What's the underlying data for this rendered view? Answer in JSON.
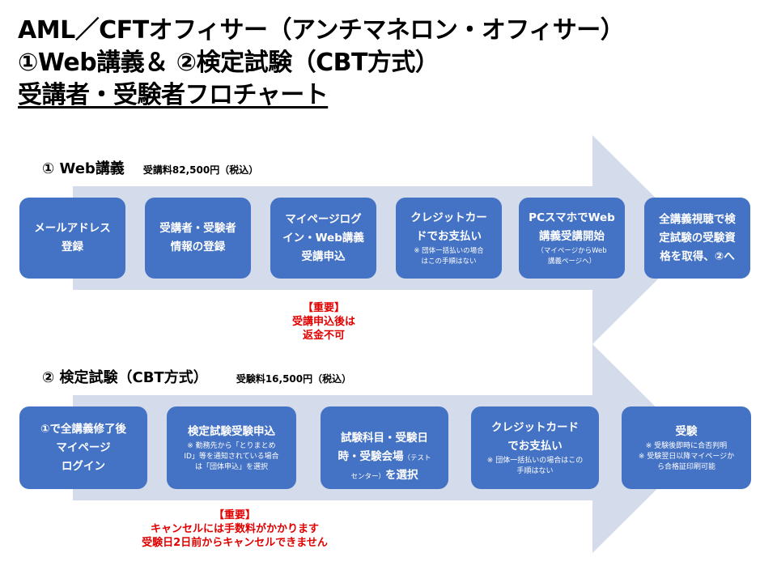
{
  "title": {
    "line1": "AML／CFTオフィサー（アンチマネロン・オフィサー）",
    "line2": "①Web講義＆ ②検定試験（CBT方式）",
    "line3": "受講者・受験者フロチャート"
  },
  "section1": {
    "title": "① Web講義",
    "fee": "受講料82,500円（税込）",
    "steps": [
      {
        "main": "メールアドレス\n登録",
        "note": ""
      },
      {
        "main": "受講者・受験者\n情報の登録",
        "note": ""
      },
      {
        "main": "マイページログ\nイン・Web講義\n受講申込",
        "note": ""
      },
      {
        "main": "クレジットカー\nドでお支払い",
        "note": "※ 団体一括払いの場合\nはこの手順はない"
      },
      {
        "main": "PCスマホでWeb\n講義受講開始",
        "note": "（マイページからWeb\n講義ページへ）"
      },
      {
        "main": "全講義視聴で検\n定試験の受験資\n格を取得、②へ",
        "note": ""
      }
    ],
    "warning": "【重要】\n受講申込後は\n返金不可"
  },
  "section2": {
    "title": "② 検定試験（CBT方式）",
    "fee": "受験料16,500円（税込）",
    "steps": [
      {
        "main": "①で全講義修了後\nマイページ\nログイン",
        "note": ""
      },
      {
        "main": "検定試験受験申込",
        "note": "※ 勤務先から「とりまとめ\nID」等を通知されている場合\nは「団体申込」を選択"
      },
      {
        "main": "試験科目・受験日\n時・受験会場",
        "inline_note": "（テスト\nセンター）",
        "main_tail": "を選択",
        "note": ""
      },
      {
        "main": "クレジットカード\nでお支払い",
        "note": "※ 団体一括払いの場合はこの\n手順はない"
      },
      {
        "main": "受験",
        "note": "※ 受験後即時に合否判明\n※ 受験翌日以降マイページか\nら合格証印刷可能"
      }
    ],
    "warning": "【重要】\nキャンセルには手数料がかかります\n受験日2日前からキャンセルできません"
  },
  "colors": {
    "box": "#4472c4",
    "arrow": "#d4dbea",
    "warning": "#e00000",
    "box_text": "#ffffff"
  }
}
